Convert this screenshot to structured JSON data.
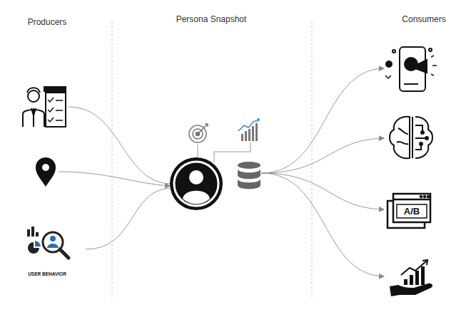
{
  "diagram": {
    "labels": [
      "Producers",
      "Persona Snapshot",
      "Consumers",
      "USER BEHAVIOR",
      "A/B"
    ]
  }
}
